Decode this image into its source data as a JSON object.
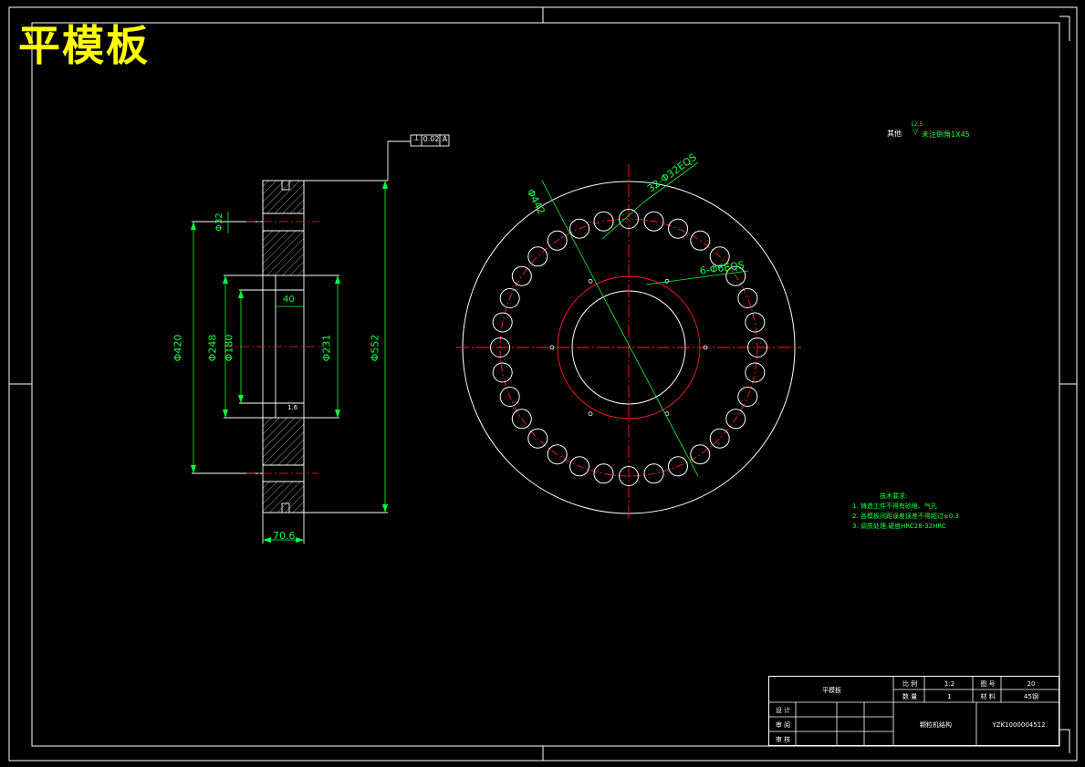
{
  "drawing_title": "平模板",
  "tolerance": {
    "symbol": "⊥",
    "value": "0.02",
    "datum": "A"
  },
  "dims": {
    "d32": "Φ32",
    "d420": "Φ420",
    "d248": "Φ248",
    "d180": "Φ180",
    "d231": "Φ231",
    "d552": "Φ552",
    "w40": "40",
    "w706": "70.6",
    "d442": "Φ442",
    "holes32": "32-Φ32EQS",
    "holes6": "6-Φ6EQS",
    "r16": "1.6"
  },
  "roughness": {
    "label": "其他",
    "value": "12.5",
    "note": "未注倒角1X45"
  },
  "tech_requirements": {
    "title": "技术要求:",
    "items": [
      "1. 铸造工件不得有砂眼、气孔",
      "2. 各模板间距误差误差不得超过±0.3",
      "3. 调质处理,硬度HRC28-32HRC"
    ]
  },
  "title_block": {
    "part_name": "平模板",
    "scale_label": "比 例",
    "scale_value": "1:2",
    "drawing_no_label": "图 号",
    "drawing_no_value": "20",
    "qty_label": "数 量",
    "qty_value": "1",
    "material_label": "材 料",
    "material_value": "45钢",
    "design_label": "设 计",
    "check_label": "审 阅",
    "approve_label": "审 核",
    "machine_name": "颗粒机结构",
    "doc_code": "YZK1000004512"
  },
  "colors": {
    "border": "#ffffff",
    "centerline": "#ff2020",
    "dimension": "#00ff40",
    "title": "#ffff00"
  }
}
